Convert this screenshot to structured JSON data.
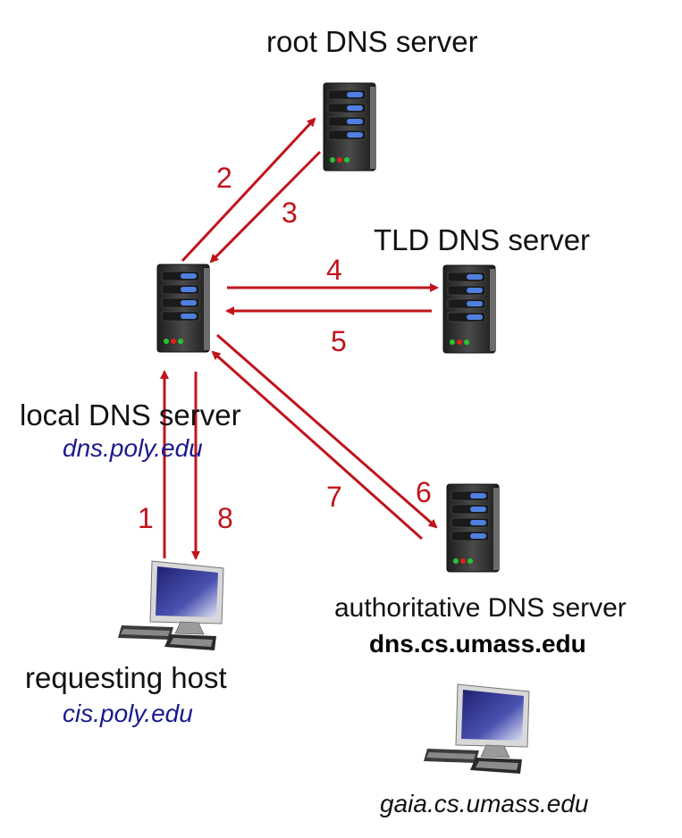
{
  "nodes": {
    "root": {
      "label": "root DNS server"
    },
    "tld": {
      "label": "TLD DNS server"
    },
    "local": {
      "label": "local DNS server",
      "hostname": "dns.poly.edu"
    },
    "authoritative": {
      "label": "authoritative DNS server",
      "hostname": "dns.cs.umass.edu"
    },
    "requesting": {
      "label": "requesting host",
      "hostname": "cis.poly.edu"
    },
    "target": {
      "hostname": "gaia.cs.umass.edu"
    }
  },
  "steps": [
    "1",
    "2",
    "3",
    "4",
    "5",
    "6",
    "7",
    "8"
  ],
  "colors": {
    "arrow": "#c0141b",
    "hostname_italic": "#1a1a8c",
    "server_body": "#2a2a2a",
    "server_led_blue": "#4f7fe0",
    "monitor_screen": "#2c2f86"
  },
  "icons": {
    "server": "server-tower-icon",
    "host": "desktop-computer-icon"
  }
}
